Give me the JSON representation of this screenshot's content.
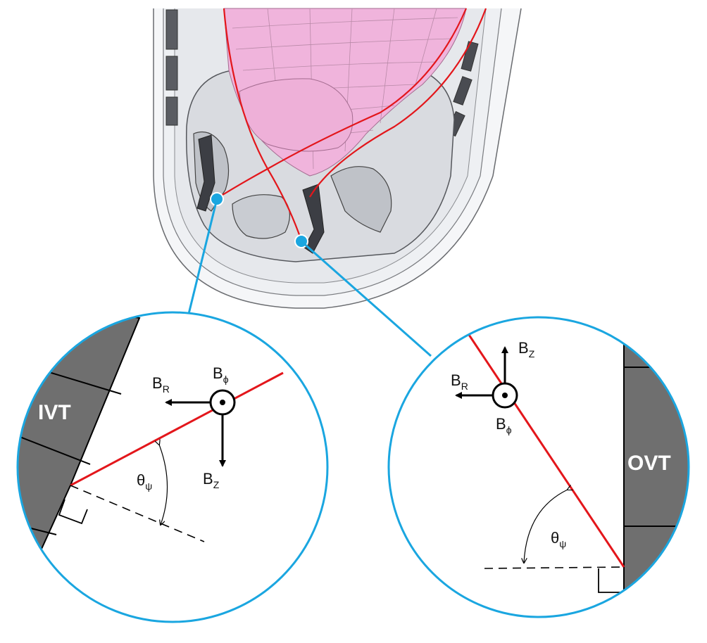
{
  "figure": {
    "colors": {
      "plasma_fill": "#f0b4dc",
      "field_line": "#e3161b",
      "callout": "#1aa6e0",
      "tile_fill": "#6f6f6f",
      "structure_fill": "#e8e9ec",
      "structure_stroke": "#55575c"
    },
    "inner_detail": {
      "target_label": "IVT",
      "br": {
        "main": "B",
        "sub": "R"
      },
      "bphi": {
        "main": "B",
        "sub": "ϕ"
      },
      "bz": {
        "main": "B",
        "sub": "Z"
      },
      "angle": {
        "main": "θ",
        "sub": "ψ"
      },
      "bphi_symbol": "out-of-page-dot-icon"
    },
    "outer_detail": {
      "target_label": "OVT",
      "br": {
        "main": "B",
        "sub": "R"
      },
      "bphi": {
        "main": "B",
        "sub": "ϕ"
      },
      "bz": {
        "main": "B",
        "sub": "Z"
      },
      "angle": {
        "main": "θ",
        "sub": "ψ"
      },
      "bphi_symbol": "out-of-page-dot-icon"
    }
  }
}
